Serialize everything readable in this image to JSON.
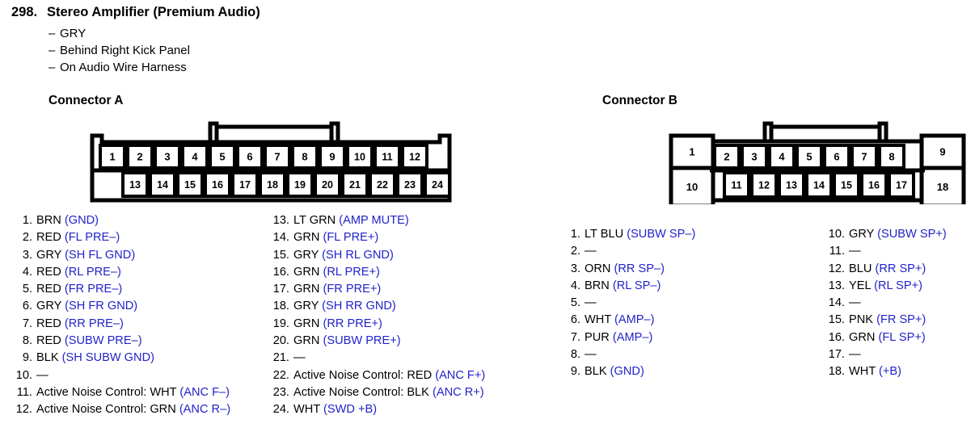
{
  "header": {
    "number": "298.",
    "title": "Stereo Amplifier (Premium Audio)",
    "notes": [
      "GRY",
      "Behind Right Kick Panel",
      "On Audio Wire Harness"
    ],
    "dash": "–"
  },
  "colors": {
    "signal_blue": "#2222cc",
    "text_black": "#000000",
    "background": "#ffffff"
  },
  "connector_a": {
    "title": "Connector A",
    "pin_count": 24,
    "top_row": [
      "1",
      "2",
      "3",
      "4",
      "5",
      "6",
      "7",
      "8",
      "9",
      "10",
      "11",
      "12"
    ],
    "bottom_row": [
      "13",
      "14",
      "15",
      "16",
      "17",
      "18",
      "19",
      "20",
      "21",
      "22",
      "23",
      "24"
    ],
    "pins": [
      {
        "no": "1.",
        "wire": "BRN",
        "signal": "(GND)"
      },
      {
        "no": "2.",
        "wire": "RED",
        "signal": "(FL PRE–)"
      },
      {
        "no": "3.",
        "wire": "GRY",
        "signal": "(SH FL GND)"
      },
      {
        "no": "4.",
        "wire": "RED",
        "signal": "(RL PRE–)"
      },
      {
        "no": "5.",
        "wire": "RED",
        "signal": "(FR PRE–)"
      },
      {
        "no": "6.",
        "wire": "GRY",
        "signal": "(SH FR GND)"
      },
      {
        "no": "7.",
        "wire": "RED",
        "signal": "(RR PRE–)"
      },
      {
        "no": "8.",
        "wire": "RED",
        "signal": "(SUBW PRE–)"
      },
      {
        "no": "9.",
        "wire": "BLK",
        "signal": "(SH SUBW GND)"
      },
      {
        "no": "10.",
        "wire": "—",
        "signal": ""
      },
      {
        "no": "11.",
        "wire": "Active Noise Control: WHT",
        "signal": "(ANC F–)"
      },
      {
        "no": "12.",
        "wire": "Active Noise Control: GRN",
        "signal": "(ANC R–)"
      },
      {
        "no": "13.",
        "wire": "LT GRN",
        "signal": "(AMP MUTE)"
      },
      {
        "no": "14.",
        "wire": "GRN",
        "signal": "(FL PRE+)"
      },
      {
        "no": "15.",
        "wire": "GRY",
        "signal": "(SH RL GND)"
      },
      {
        "no": "16.",
        "wire": "GRN",
        "signal": "(RL PRE+)"
      },
      {
        "no": "17.",
        "wire": "GRN",
        "signal": "(FR PRE+)"
      },
      {
        "no": "18.",
        "wire": "GRY",
        "signal": "(SH RR GND)"
      },
      {
        "no": "19.",
        "wire": "GRN",
        "signal": "(RR PRE+)"
      },
      {
        "no": "20.",
        "wire": "GRN",
        "signal": "(SUBW PRE+)"
      },
      {
        "no": "21.",
        "wire": "—",
        "signal": ""
      },
      {
        "no": "22.",
        "wire": "Active Noise Control: RED",
        "signal": "(ANC F+)"
      },
      {
        "no": "23.",
        "wire": "Active Noise Control: BLK",
        "signal": "(ANC R+)"
      },
      {
        "no": "24.",
        "wire": "WHT",
        "signal": "(SWD +B)"
      }
    ]
  },
  "connector_b": {
    "title": "Connector B",
    "pin_count": 18,
    "top_row": [
      "1",
      "2",
      "3",
      "4",
      "5",
      "6",
      "7",
      "8",
      "9"
    ],
    "bottom_row": [
      "10",
      "11",
      "12",
      "13",
      "14",
      "15",
      "16",
      "17",
      "18"
    ],
    "pins": [
      {
        "no": "1.",
        "wire": "LT BLU",
        "signal": "(SUBW SP–)"
      },
      {
        "no": "2.",
        "wire": "—",
        "signal": ""
      },
      {
        "no": "3.",
        "wire": "ORN",
        "signal": "(RR SP–)"
      },
      {
        "no": "4.",
        "wire": "BRN",
        "signal": "(RL SP–)"
      },
      {
        "no": "5.",
        "wire": "—",
        "signal": ""
      },
      {
        "no": "6.",
        "wire": "WHT",
        "signal": "(AMP–)"
      },
      {
        "no": "7.",
        "wire": "PUR",
        "signal": "(AMP–)"
      },
      {
        "no": "8.",
        "wire": "—",
        "signal": ""
      },
      {
        "no": "9.",
        "wire": "BLK",
        "signal": "(GND)"
      },
      {
        "no": "10.",
        "wire": "GRY",
        "signal": "(SUBW SP+)"
      },
      {
        "no": "11.",
        "wire": "—",
        "signal": ""
      },
      {
        "no": "12.",
        "wire": "BLU",
        "signal": "(RR SP+)"
      },
      {
        "no": "13.",
        "wire": "YEL",
        "signal": "(RL SP+)"
      },
      {
        "no": "14.",
        "wire": "—",
        "signal": ""
      },
      {
        "no": "15.",
        "wire": "PNK",
        "signal": "(FR SP+)"
      },
      {
        "no": "16.",
        "wire": "GRN",
        "signal": "(FL SP+)"
      },
      {
        "no": "17.",
        "wire": "—",
        "signal": ""
      },
      {
        "no": "18.",
        "wire": "WHT",
        "signal": "(+B)"
      }
    ]
  }
}
